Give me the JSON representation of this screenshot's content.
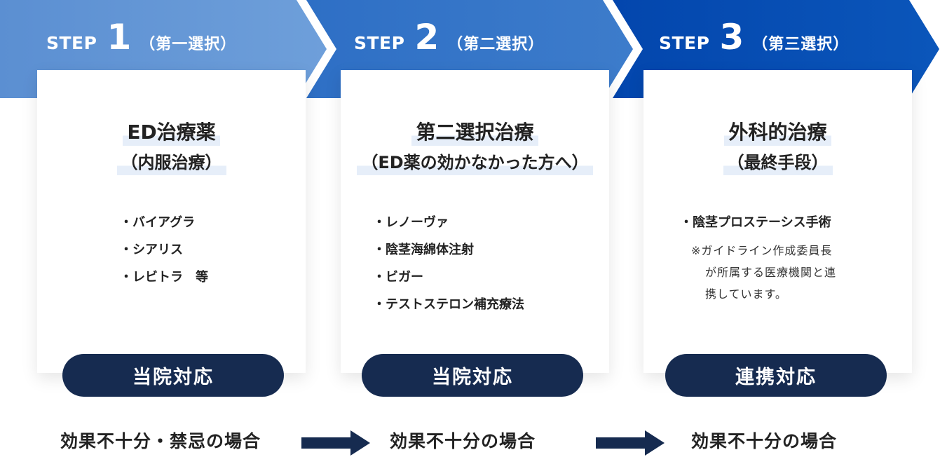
{
  "steps": [
    {
      "word": "STEP",
      "number": "1",
      "subtitle": "（第一選択）",
      "title": "ED治療薬",
      "title_sub": "（内服治療）",
      "items": [
        "バイアグラ",
        "シアリス",
        "レビトラ　等"
      ],
      "badge": "当院対応"
    },
    {
      "word": "STEP",
      "number": "2",
      "subtitle": "（第二選択）",
      "title": "第二選択治療",
      "title_sub": "（ED薬の効かなかった方へ）",
      "items": [
        "レノーヴァ",
        "陰茎海綿体注射",
        "ビガー",
        "テストステロン補充療法"
      ],
      "badge": "当院対応"
    },
    {
      "word": "STEP",
      "number": "3",
      "subtitle": "（第三選択）",
      "title": "外科的治療",
      "title_sub": "（最終手段）",
      "items": [
        "陰茎プロステーシス手術"
      ],
      "note": [
        "※ガイドライン作成委員長",
        "が所属する医療機関と連",
        "携しています。"
      ],
      "badge": "連携対応"
    }
  ],
  "conditions": [
    "効果不十分・禁忌の場合",
    "効果不十分の場合",
    "効果不十分の場合"
  ],
  "colors": {
    "step1_light": "#6d9ed9",
    "step1_dark": "#5a8ed2",
    "step2_light": "#3b7bcb",
    "step2_dark": "#2c6ec4",
    "step3_light": "#0a53b8",
    "step3_dark": "#0448b0",
    "badge": "#162b50",
    "highlight": "#e6eef9"
  }
}
